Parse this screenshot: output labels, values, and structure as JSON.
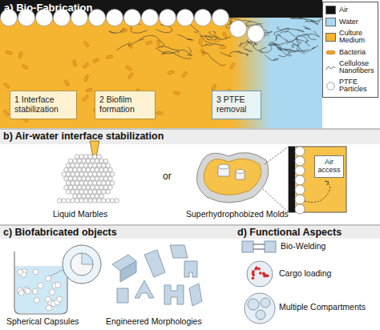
{
  "diagram": {
    "nodes": [
      {
        "text": [
          "a) Bio-Fabrication"
        ]
      },
      {
        "text": [
          "1 Interface stabilization"
        ]
      },
      {
        "text": [
          "2 Biofilm formation"
        ]
      },
      {
        "text": [
          "3 PTFE removal"
        ]
      },
      {
        "text": [
          "Air access"
        ]
      }
    ],
    "labels": [
      "b) Air-water interface stabilization",
      "Liquid Marbles",
      "or",
      "Superhydrophobized Molds",
      "c) Biofabricated objects",
      "Spherical Capsules",
      "Engineered Morphologies",
      "d) Functional Aspects",
      "Bio-Welding",
      "Cargo loading",
      "Multiple Compartments"
    ],
    "legend": [
      {
        "text": "Air",
        "color": "#111111"
      },
      {
        "text": "Water",
        "color": "#a9d8f0"
      },
      {
        "text": "Culture Medium",
        "color": "#f6b530"
      },
      {
        "text": "Bacteria"
      },
      {
        "text": "Cellulose Nanofibers"
      },
      {
        "text": "PTFE Particles"
      }
    ]
  }
}
